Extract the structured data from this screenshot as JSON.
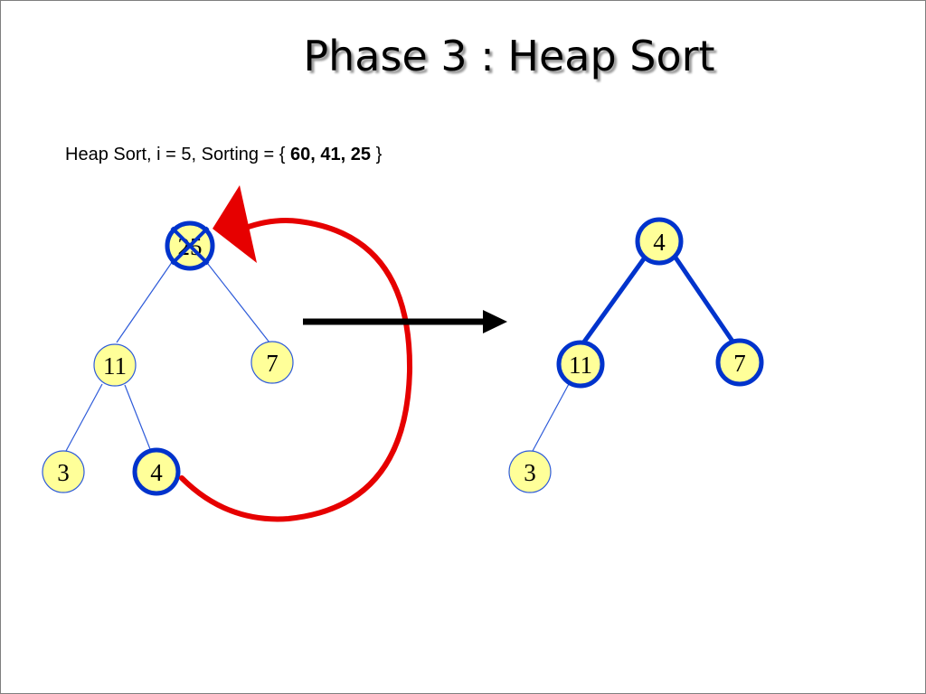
{
  "title": "Phase 3 : Heap Sort",
  "status": {
    "prefix": "Heap Sort, i = 5, Sorting = {",
    "sorted_values": "60, 41, 25",
    "suffix": "}"
  },
  "before_tree": {
    "root": "25",
    "left": "11",
    "right": "7",
    "left_left": "3",
    "left_right": "4"
  },
  "after_tree": {
    "root": "4",
    "left": "11",
    "right": "7",
    "left_left": "3"
  },
  "colors": {
    "node_fill": "#ffff99",
    "thin_border": "#2e5bd9",
    "highlight": "#0033cc",
    "swap_arrow": "#e60000",
    "arrow": "#000000"
  }
}
